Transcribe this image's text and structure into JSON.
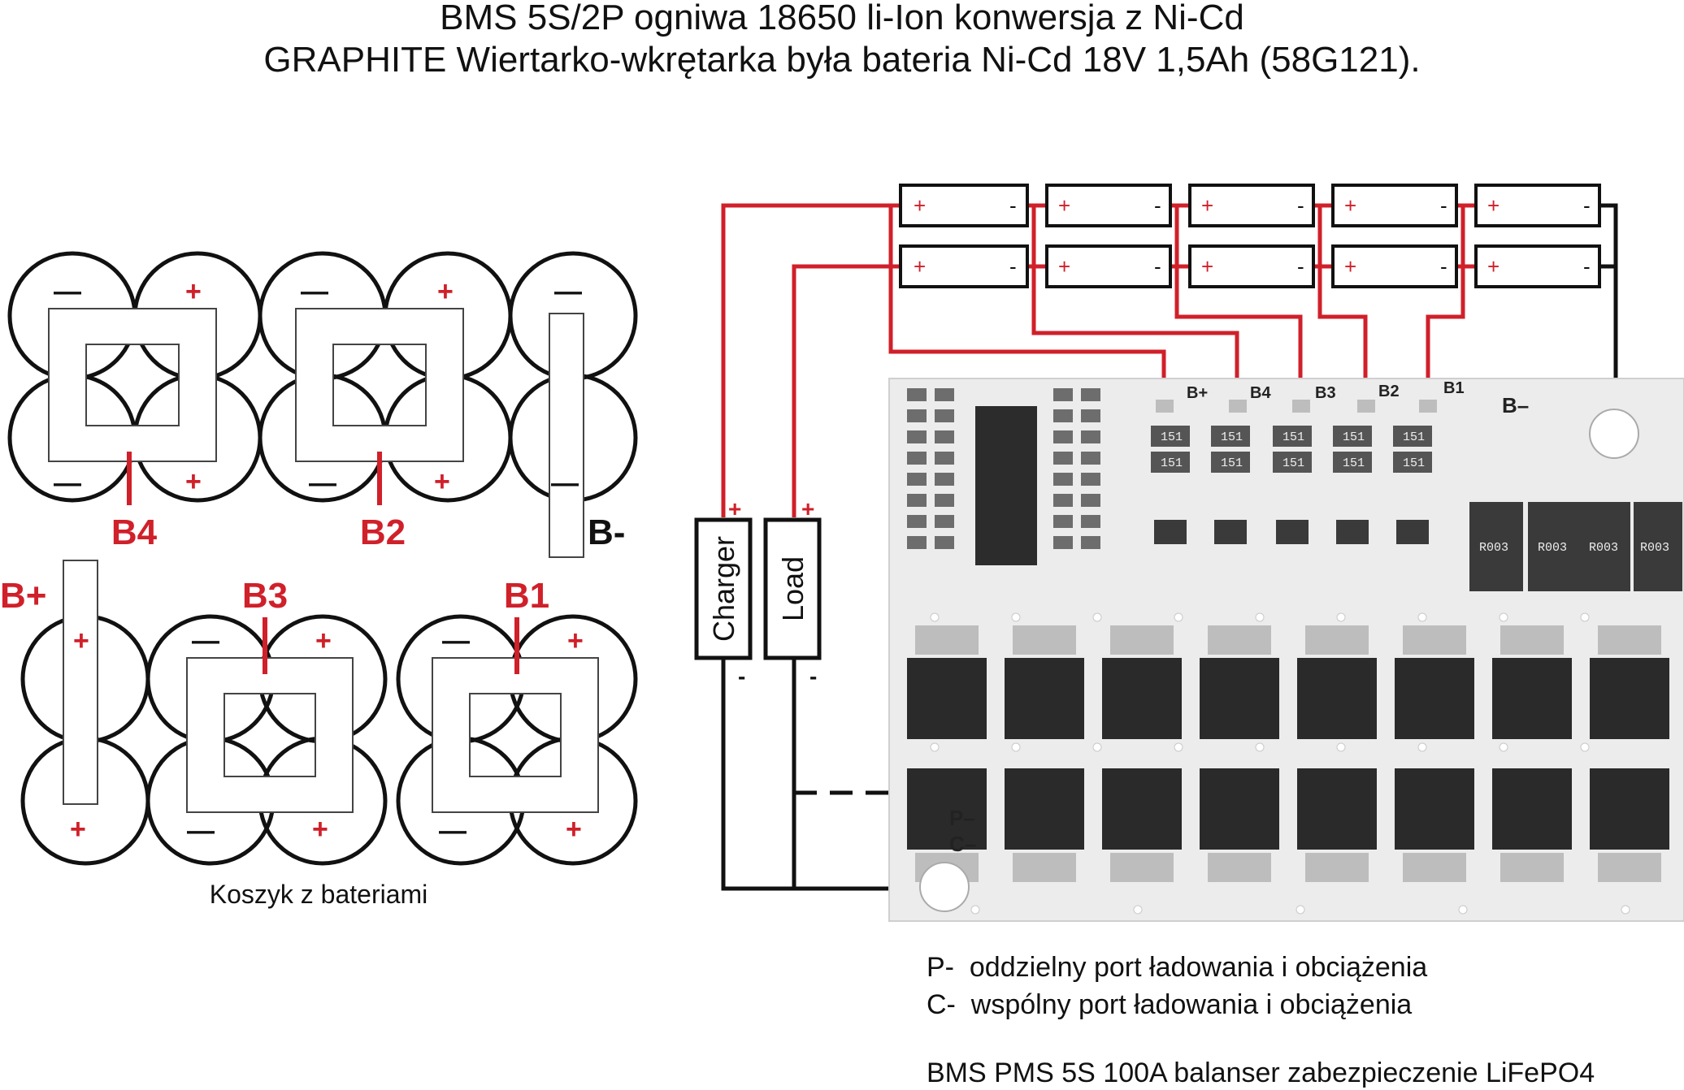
{
  "title": {
    "line1": "BMS 5S/2P ogniwa 18650 li-Ion konwersja z Ni-Cd",
    "line2": "GRAPHITE Wiertarko-wkrętarka była bateria Ni-Cd 18V 1,5Ah (58G121)."
  },
  "basket": {
    "caption": "Koszyk z bateriami",
    "labels": {
      "b4": "B4",
      "b2": "B2",
      "b_minus": "B-",
      "b_plus": "B+",
      "b3": "B3",
      "b1": "B1"
    },
    "plus_sign": "+",
    "minus_sign": "—"
  },
  "cells": {
    "plus_sign": "+",
    "minus_sign": "-"
  },
  "ports": {
    "charger": "Charger",
    "load": "Load",
    "plus_sign": "+",
    "minus_sign": "-"
  },
  "pcb": {
    "tap_labels": [
      "B+",
      "B4",
      "B3",
      "B2",
      "B1"
    ],
    "b_minus": "B–",
    "p_minus": "P–",
    "c_minus": "C–",
    "resistor_code": "R003",
    "chip_code": "151"
  },
  "legend": {
    "p_line": "P-  oddzielny port ładowania i obciążenia",
    "c_line": "C-  wspólny port ładowania i obciążenia",
    "bottom": "BMS PMS 5S 100A balanser zabezpieczenie LiFePO4"
  },
  "colors": {
    "wire_red": "#d0202a",
    "wire_black": "#111111",
    "pcb": "#ececec",
    "mosfet": "#2a2a2a"
  }
}
